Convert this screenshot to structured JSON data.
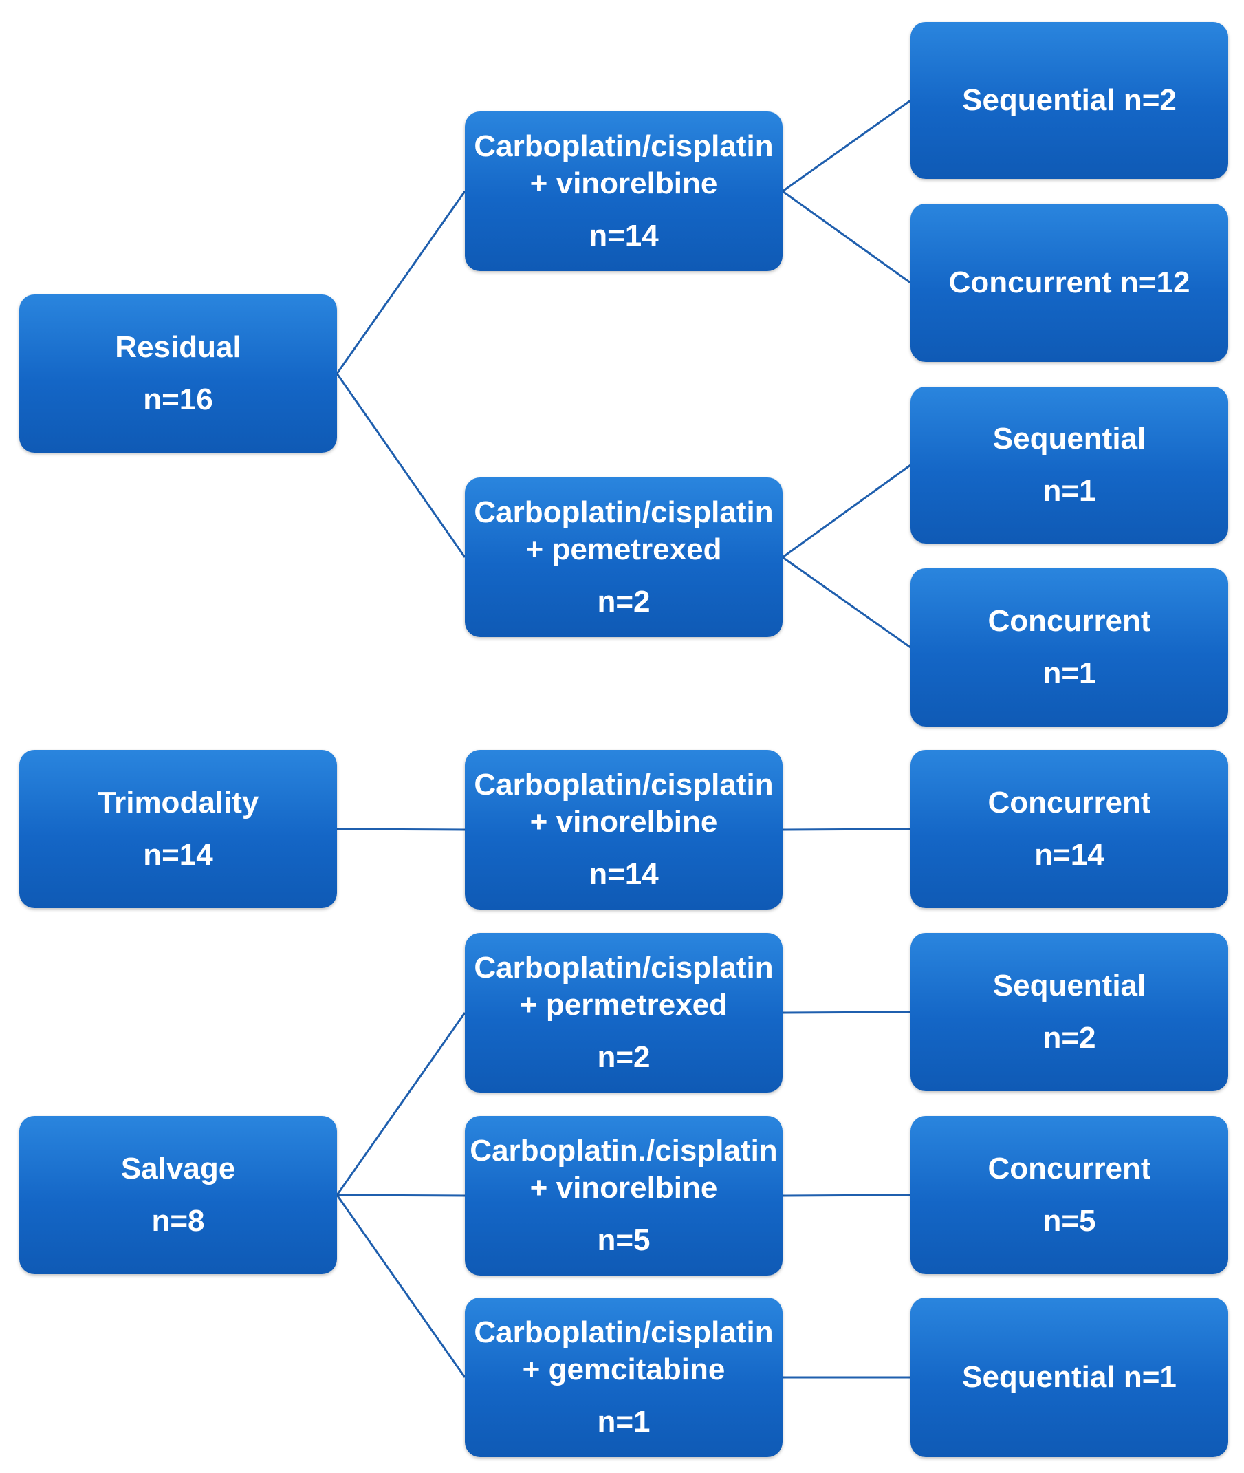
{
  "nodes": {
    "residual": {
      "lines": [
        "Residual",
        "n=16"
      ]
    },
    "res_vin": {
      "lines": [
        "Carboplatin/cisplatin",
        "+ vinorelbine",
        "n=14"
      ]
    },
    "res_pem": {
      "lines": [
        "Carboplatin/cisplatin",
        "+ pemetrexed",
        "n=2"
      ]
    },
    "res_vin_seq": {
      "lines": [
        "Sequential n=2"
      ]
    },
    "res_vin_conc": {
      "lines": [
        "Concurrent n=12"
      ]
    },
    "res_pem_seq": {
      "lines": [
        "Sequential",
        "n=1"
      ]
    },
    "res_pem_conc": {
      "lines": [
        "Concurrent",
        "n=1"
      ]
    },
    "trimodality": {
      "lines": [
        "Trimodality",
        "n=14"
      ]
    },
    "tri_vin": {
      "lines": [
        "Carboplatin/cisplatin",
        "+ vinorelbine",
        "n=14"
      ]
    },
    "tri_vin_conc": {
      "lines": [
        "Concurrent",
        "n=14"
      ]
    },
    "salvage": {
      "lines": [
        "Salvage",
        "n=8"
      ]
    },
    "sal_perm": {
      "lines": [
        "Carboplatin/cisplatin",
        "+ permetrexed",
        "n=2"
      ]
    },
    "sal_vin": {
      "lines": [
        "Carboplatin./cisplatin",
        "+ vinorelbine",
        "n=5"
      ]
    },
    "sal_gem": {
      "lines": [
        "Carboplatin/cisplatin",
        "+ gemcitabine",
        "n=1"
      ]
    },
    "sal_perm_seq": {
      "lines": [
        "Sequential",
        "n=2"
      ]
    },
    "sal_vin_conc": {
      "lines": [
        "Concurrent",
        "n=5"
      ]
    },
    "sal_gem_seq": {
      "lines": [
        "Sequential n=1"
      ]
    }
  },
  "edges": [
    [
      "residual",
      "res_vin"
    ],
    [
      "residual",
      "res_pem"
    ],
    [
      "res_vin",
      "res_vin_seq"
    ],
    [
      "res_vin",
      "res_vin_conc"
    ],
    [
      "res_pem",
      "res_pem_seq"
    ],
    [
      "res_pem",
      "res_pem_conc"
    ],
    [
      "trimodality",
      "tri_vin"
    ],
    [
      "tri_vin",
      "tri_vin_conc"
    ],
    [
      "salvage",
      "sal_perm"
    ],
    [
      "salvage",
      "sal_vin"
    ],
    [
      "salvage",
      "sal_gem"
    ],
    [
      "sal_perm",
      "sal_perm_seq"
    ],
    [
      "sal_vin",
      "sal_vin_conc"
    ],
    [
      "sal_gem",
      "sal_gem_seq"
    ]
  ],
  "colors": {
    "box": "#1a6fcf",
    "line": "#1f5fae",
    "text": "#ffffff"
  }
}
